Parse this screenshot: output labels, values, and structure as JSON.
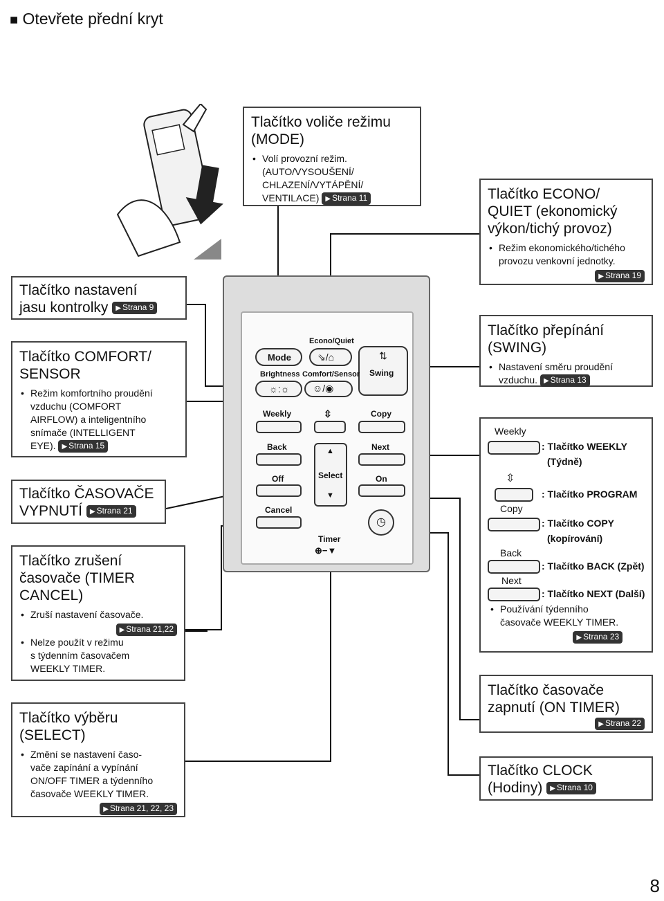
{
  "header": {
    "bullet": "■",
    "title": "Otevřete přední kryt"
  },
  "boxes": {
    "brightness": {
      "title_line1": "Tlačítko nastavení",
      "title_line2": "jasu kontrolky",
      "ref": "Strana 9"
    },
    "comfort": {
      "title_line1": "Tlačítko COMFORT/",
      "title_line2": "SENSOR",
      "bullet1_l1": "Režim komfortního proudění",
      "bullet1_l2": "vzduchu (COMFORT",
      "bullet1_l3": "AIRFLOW) a inteligentního",
      "bullet1_l4": "snímače (INTELLIGENT",
      "bullet1_l5": "EYE).",
      "ref": "Strana 15"
    },
    "off_timer": {
      "title_line1": "Tlačítko ČASOVAČE",
      "title_line2": "VYPNUTÍ",
      "ref": "Strana 21"
    },
    "cancel": {
      "title_line1": "Tlačítko zrušení",
      "title_line2": "časovače (TIMER",
      "title_line3": "CANCEL)",
      "bullet1": "Zruší nastavení časovače.",
      "ref1": "Strana 21,22",
      "bullet2_l1": "Nelze použít v režimu",
      "bullet2_l2": "s týdenním časovačem",
      "bullet2_l3": "WEEKLY TIMER."
    },
    "select": {
      "title_line1": "Tlačítko výběru",
      "title_line2": "(SELECT)",
      "bullet1_l1": "Změní se nastavení časo-",
      "bullet1_l2": "vače zapínání a vypínání",
      "bullet1_l3": "ON/OFF TIMER a týdenního",
      "bullet1_l4": "časovače WEEKLY TIMER.",
      "ref": "Strana 21, 22, 23"
    },
    "mode": {
      "title_line1": "Tlačítko voliče režimu",
      "title_line2": "(MODE)",
      "bullet1_l1": "Volí provozní režim.",
      "bullet1_l2": "(AUTO/VYSOUŠENÍ/",
      "bullet1_l3": "CHLAZENÍ/VYTÁPĚNÍ/",
      "bullet1_l4": "VENTILACE)",
      "ref": "Strana 11"
    },
    "econo": {
      "title_line1": "Tlačítko ECONO/",
      "title_line2": "QUIET (ekonomický",
      "title_line3": "výkon/tichý provoz)",
      "bullet1_l1": "Režim ekonomického/tichého",
      "bullet1_l2": "provozu venkovní jednotky.",
      "ref": "Strana 19"
    },
    "swing": {
      "title_line1": "Tlačítko přepínání",
      "title_line2": "(SWING)",
      "bullet1_l1": "Nastavení směru proudění",
      "bullet1_l2": "vzduchu.",
      "ref": "Strana 13"
    },
    "weekly": {
      "weekly_label": "Weekly",
      "weekly_desc_l1": ": Tlačítko WEEKLY",
      "weekly_desc_l2": "(Týdně)",
      "program_desc": ": Tlačítko PROGRAM",
      "copy_label": "Copy",
      "copy_desc_l1": ": Tlačítko COPY",
      "copy_desc_l2": "(kopírování)",
      "back_label": "Back",
      "back_desc": ": Tlačítko BACK (Zpět)",
      "next_label": "Next",
      "next_desc": ": Tlačítko NEXT (Další)",
      "bullet1_l1": "Používání týdenního",
      "bullet1_l2": "časovače WEEKLY TIMER.",
      "ref": "Strana 23"
    },
    "on_timer": {
      "title_line1": "Tlačítko časovače",
      "title_line2": "zapnutí (ON TIMER)",
      "ref": "Strana 22"
    },
    "clock": {
      "title_line1": "Tlačítko CLOCK",
      "title_line2": "(Hodiny)",
      "ref": "Strana 10"
    }
  },
  "remote": {
    "econo_quiet": "Econo/Quiet",
    "mode": "Mode",
    "brightness": "Brightness",
    "comfort_sensor": "Comfort/Sensor",
    "swing": "Swing",
    "weekly": "Weekly",
    "copy": "Copy",
    "back": "Back",
    "next": "Next",
    "off": "Off",
    "select": "Select",
    "on": "On",
    "cancel": "Cancel",
    "timer": "Timer"
  },
  "page_number": "8"
}
